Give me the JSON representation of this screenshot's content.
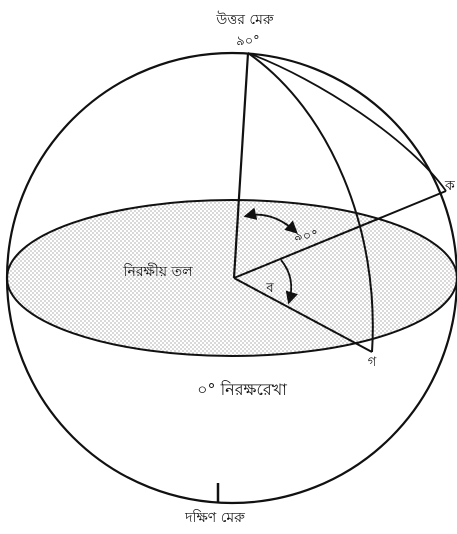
{
  "labels": {
    "north_pole": "উত্তর মেরু",
    "north_angle": "৯০°",
    "point_k": "ক",
    "angle_90": "৯০°",
    "equatorial_plane": "নিরক্ষীয় তল",
    "angle_b": "ব",
    "point_g": "গ",
    "equator": "০° নিরক্ষরেখা",
    "south_pole": "দক্ষিণ মেরু"
  },
  "colors": {
    "ink": "#111111",
    "background": "#ffffff",
    "stipple": "#888888"
  }
}
